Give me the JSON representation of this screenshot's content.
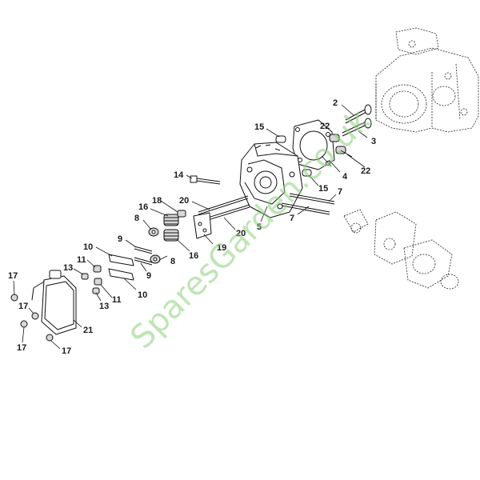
{
  "watermark": "SparesGarden.co.uk",
  "colors": {
    "line": "#111111",
    "watermark": "#8bd07a",
    "background": "#ffffff"
  },
  "callouts": {
    "c2": "2",
    "c3": "3",
    "c4": "4",
    "c5": "5",
    "c7a": "7",
    "c7b": "7",
    "c8a": "8",
    "c8b": "8",
    "c9a": "9",
    "c9b": "9",
    "c10a": "10",
    "c10b": "10",
    "c11a": "11",
    "c11b": "11",
    "c13a": "13",
    "c13b": "13",
    "c14": "14",
    "c15a": "15",
    "c15b": "15",
    "c16a": "16",
    "c16b": "16",
    "c17a": "17",
    "c17b": "17",
    "c17c": "17",
    "c17d": "17",
    "c18": "18",
    "c19": "19",
    "c20a": "20",
    "c20b": "20",
    "c21": "21",
    "c22a": "22",
    "c22b": "22"
  }
}
